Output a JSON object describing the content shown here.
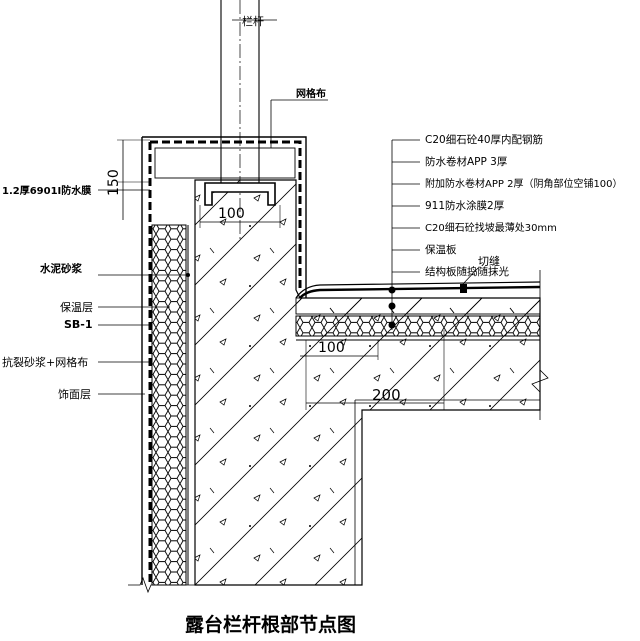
{
  "title": "露台栏杆根部节点图",
  "top_labels": {
    "railing": "栏杆",
    "mesh": "网格布"
  },
  "left_labels": {
    "membrane": "1.2厚6901I防水膜",
    "cement_mortar": "水泥砂浆",
    "insulation": "保温层",
    "sb1": "SB-1",
    "crack_mortar": "抗裂砂浆+网格布",
    "finish": "饰面层"
  },
  "right_labels": [
    "C20细石砼40厚内配钢筋",
    "防水卷材APP 3厚",
    "附加防水卷材APP 2厚（阴角部位空铺100）",
    "911防水涂膜2厚",
    "C20细石砼找坡最薄处30mm",
    "保温板",
    "结构板随捣随抹光"
  ],
  "joint_label": "切缝",
  "dimensions": {
    "height_150": "150",
    "width_100_top": "100",
    "width_100_floor": "100",
    "width_200": "200"
  }
}
